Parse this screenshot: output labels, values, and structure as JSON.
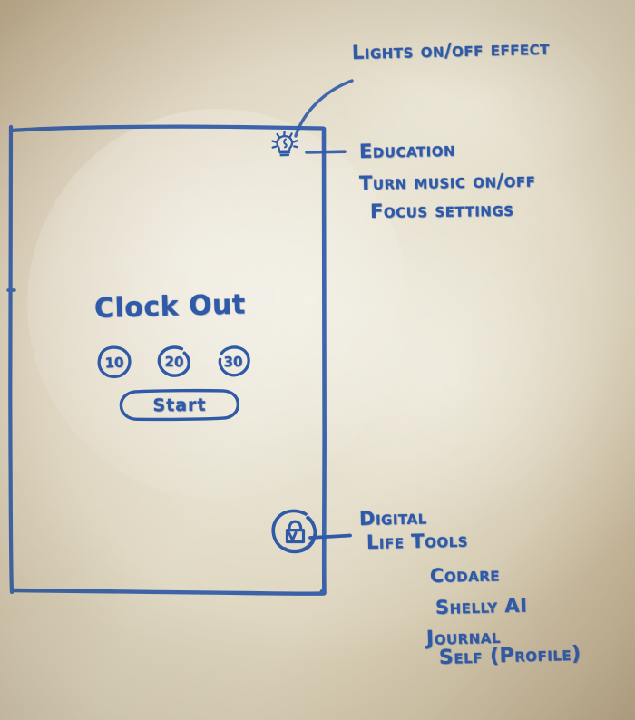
{
  "board": {
    "surface": "whiteboard",
    "ink_color": "#2f5aa8",
    "background_color": "#d6cbb2"
  },
  "annotations": {
    "lights_effect": "Lights on/off effect",
    "education": {
      "heading": "Education",
      "line_2": "Turn music on/off",
      "line_3": "Focus settings"
    },
    "digital_life_tools": {
      "line_1": "Digital",
      "line_2": "Life Tools",
      "items": [
        "Codare",
        "Shelly AI",
        "Journal",
        "Self (Profile)"
      ]
    }
  },
  "phone_screen": {
    "title": "Clock Out",
    "duration_options": [
      {
        "label": "10"
      },
      {
        "label": "20"
      },
      {
        "label": "30"
      }
    ],
    "start_label": "Start",
    "icons": {
      "bulb": "lightbulb-icon",
      "vpn": "vpn-lock-icon"
    }
  }
}
